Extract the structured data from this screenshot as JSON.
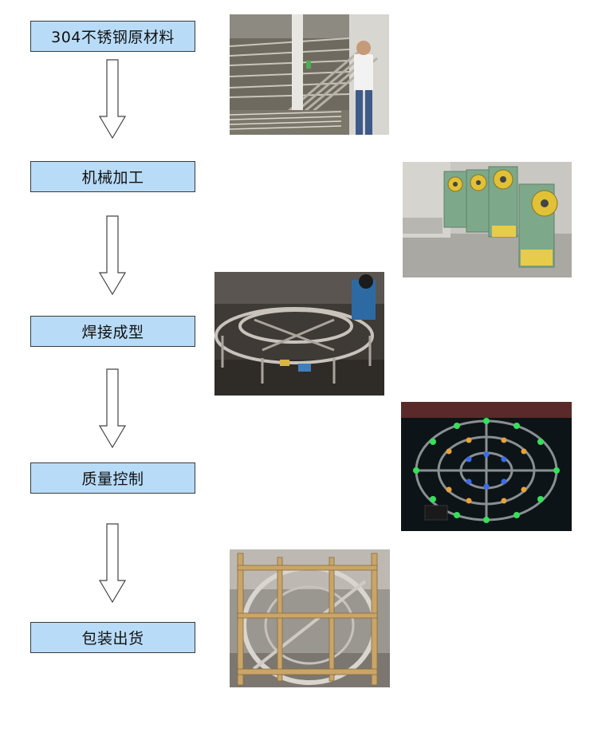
{
  "steps": [
    {
      "label": "304不锈钢原材料"
    },
    {
      "label": "机械加工"
    },
    {
      "label": "焊接成型"
    },
    {
      "label": "质量控制"
    },
    {
      "label": "包装出货"
    }
  ],
  "photos": [
    {
      "subject": "raw-material-warehouse-photo"
    },
    {
      "subject": "punch-press-machines-photo"
    },
    {
      "subject": "welding-frame-photo"
    },
    {
      "subject": "led-light-test-photo"
    },
    {
      "subject": "wooden-crate-packing-photo"
    }
  ],
  "colors": {
    "step_fill": "#b8dcf8",
    "step_border": "#3a3a3a",
    "arrow_stroke": "#444444"
  }
}
